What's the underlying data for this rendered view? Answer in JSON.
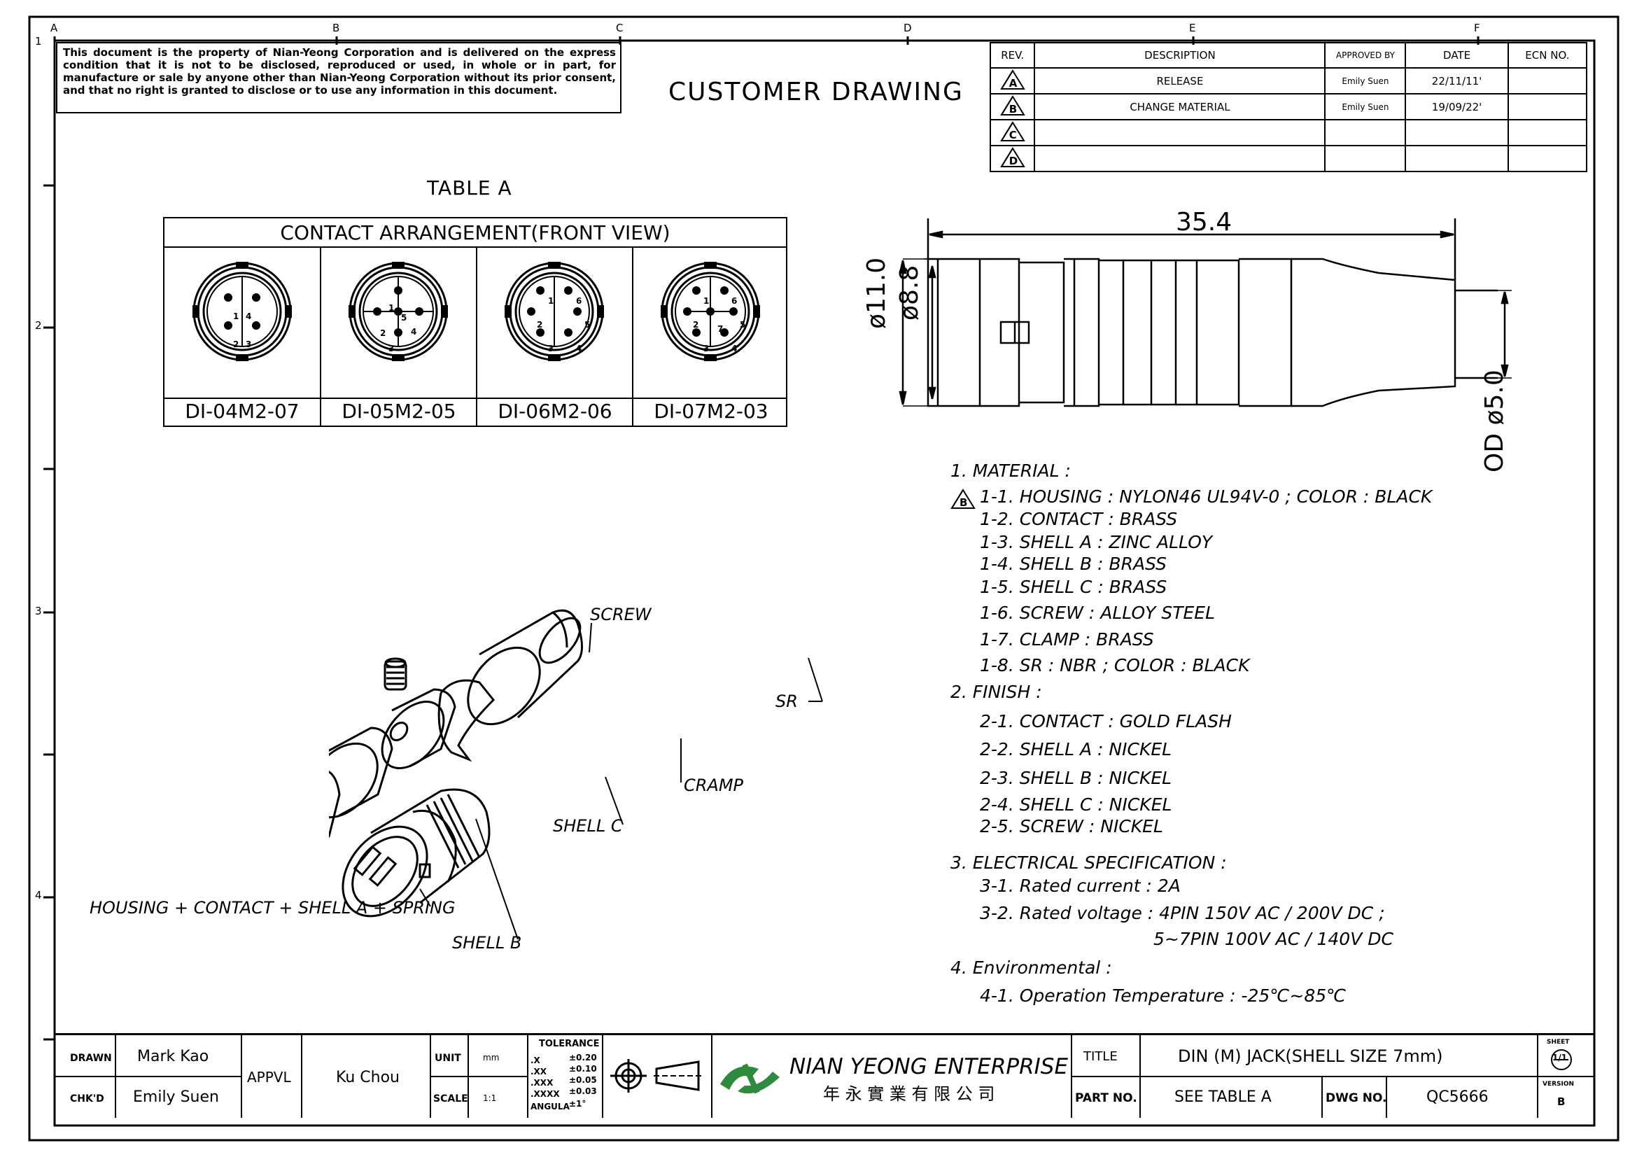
{
  "border": {
    "columns": [
      "A",
      "B",
      "C",
      "D",
      "E",
      "F"
    ],
    "rows": [
      "1",
      "2",
      "3",
      "4"
    ]
  },
  "disclaimer": "This document is the property of Nian-Yeong Corporation and is delivered on the express condition that it is not to be disclosed, reproduced or used, in whole or in part, for manufacture or sale by anyone other than Nian-Yeong Corporation without its prior consent, and that no right is granted to disclose or to use any information in this document.",
  "drawing_type": "CUSTOMER DRAWING",
  "revision_table": {
    "headers": [
      "REV.",
      "DESCRIPTION",
      "APPROVED BY",
      "DATE",
      "ECN NO."
    ],
    "rows": [
      {
        "rev": "A",
        "description": "RELEASE",
        "approved_by": "Emily Suen",
        "date": "22/11/11'",
        "ecn": ""
      },
      {
        "rev": "B",
        "description": "CHANGE MATERIAL",
        "approved_by": "Emily Suen",
        "date": "19/09/22'",
        "ecn": ""
      },
      {
        "rev": "C",
        "description": "",
        "approved_by": "",
        "date": "",
        "ecn": ""
      },
      {
        "rev": "D",
        "description": "",
        "approved_by": "",
        "date": "",
        "ecn": ""
      }
    ]
  },
  "table_a": {
    "caption": "TABLE A",
    "header": "CONTACT ARRANGEMENT(FRONT VIEW)",
    "parts": [
      {
        "name": "DI-04M2-07",
        "pins": [
          "1",
          "2",
          "3",
          "4"
        ]
      },
      {
        "name": "DI-05M2-05",
        "pins": [
          "1",
          "2",
          "3",
          "4",
          "5"
        ]
      },
      {
        "name": "DI-06M2-06",
        "pins": [
          "1",
          "2",
          "3",
          "4",
          "5",
          "6"
        ]
      },
      {
        "name": "DI-07M2-03",
        "pins": [
          "1",
          "2",
          "3",
          "4",
          "5",
          "6",
          "7"
        ]
      }
    ]
  },
  "dimensions": {
    "length": "35.4",
    "outer_diameter": "ø11.0",
    "inner_diameter": "ø8.8",
    "cable_od": "OD ø5.0"
  },
  "callouts": {
    "screw": "SCREW",
    "sr": "SR",
    "cramp": "CRAMP",
    "shell_c": "SHELL C",
    "housing": "HOUSING + CONTACT + SHELL A + SPRING",
    "shell_b": "SHELL B"
  },
  "notes": [
    {
      "text": "1. MATERIAL :",
      "indent": 0,
      "rev_mark": ""
    },
    {
      "text": "1-1. HOUSING : NYLON46 UL94V-0 ; COLOR : BLACK",
      "indent": 1,
      "rev_mark": "B"
    },
    {
      "text": "1-2. CONTACT : BRASS",
      "indent": 1,
      "rev_mark": ""
    },
    {
      "text": "1-3. SHELL A : ZINC ALLOY",
      "indent": 1,
      "rev_mark": ""
    },
    {
      "text": "1-4. SHELL B : BRASS",
      "indent": 1,
      "rev_mark": ""
    },
    {
      "text": "1-5. SHELL C : BRASS",
      "indent": 1,
      "rev_mark": ""
    },
    {
      "text": "1-6. SCREW : ALLOY STEEL",
      "indent": 1,
      "rev_mark": ""
    },
    {
      "text": "1-7. CLAMP : BRASS",
      "indent": 1,
      "rev_mark": ""
    },
    {
      "text": "1-8. SR : NBR ; COLOR : BLACK",
      "indent": 1,
      "rev_mark": ""
    },
    {
      "text": "2. FINISH :",
      "indent": 0,
      "rev_mark": ""
    },
    {
      "text": "2-1. CONTACT : GOLD FLASH",
      "indent": 1,
      "rev_mark": ""
    },
    {
      "text": "2-2. SHELL A : NICKEL",
      "indent": 1,
      "rev_mark": ""
    },
    {
      "text": "2-3. SHELL B : NICKEL",
      "indent": 1,
      "rev_mark": ""
    },
    {
      "text": "2-4. SHELL C : NICKEL",
      "indent": 1,
      "rev_mark": ""
    },
    {
      "text": "2-5. SCREW : NICKEL",
      "indent": 1,
      "rev_mark": ""
    },
    {
      "text": "3. ELECTRICAL SPECIFICATION :",
      "indent": 0,
      "rev_mark": ""
    },
    {
      "text": "3-1. Rated current : 2A",
      "indent": 1,
      "rev_mark": ""
    },
    {
      "text": "3-2. Rated voltage : 4PIN 150V AC / 200V DC ;",
      "indent": 1,
      "rev_mark": ""
    },
    {
      "text": "5~7PIN 100V AC / 140V DC",
      "indent": 2,
      "rev_mark": ""
    },
    {
      "text": "4. Environmental :",
      "indent": 0,
      "rev_mark": ""
    },
    {
      "text": "4-1. Operation Temperature : -25℃~85℃",
      "indent": 1,
      "rev_mark": ""
    }
  ],
  "title_block": {
    "drawn_label": "DRAWN",
    "drawn_by": "Mark Kao",
    "checked_label": "CHK'D",
    "checked_by": "Emily Suen",
    "appvl_label": "APPVL",
    "appvl_by": "Ku Chou",
    "unit_label": "UNIT",
    "unit_value": "mm",
    "scale_label": "SCALE",
    "scale_value": "1:1",
    "tolerance_label": "TOLERANCE",
    "tolerances": [
      {
        "fmt": ".X",
        "tol": "±0.20"
      },
      {
        "fmt": ".XX",
        "tol": "±0.10"
      },
      {
        "fmt": ".XXX",
        "tol": "±0.05"
      },
      {
        "fmt": ".XXXX",
        "tol": "±0.03"
      },
      {
        "fmt": "ANGULA",
        "tol": "±1°"
      }
    ],
    "company_name": "NIAN YEONG ENTERPRISE",
    "company_name_cn": "年 永 實 業 有 限 公 司",
    "title_label": "TITLE",
    "title_value": "DIN (M) JACK(SHELL SIZE 7mm)",
    "part_label": "PART NO.",
    "part_value": "SEE TABLE A",
    "dwg_label": "DWG NO.",
    "dwg_value": "QC5666",
    "sheet_label": "SHEET",
    "sheet_value": "1/1",
    "version_label": "VERSION",
    "version_value": "B"
  }
}
